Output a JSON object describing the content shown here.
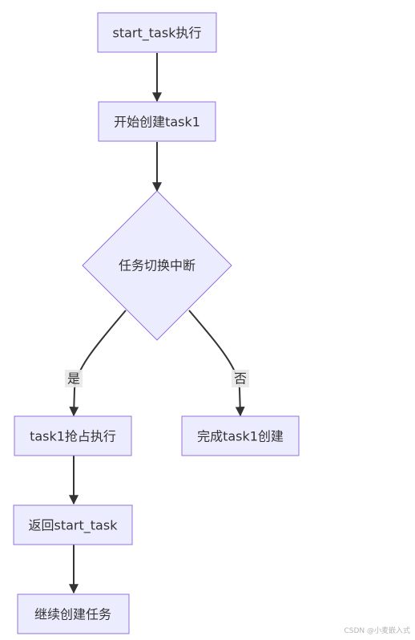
{
  "nodes": {
    "start": "start_task执行",
    "create": "开始创建task1",
    "decision": "任务切换中断",
    "preempt": "task1抢占执行",
    "complete": "完成task1创建",
    "return": "返回start_task",
    "continue": "继续创建任务"
  },
  "edges": {
    "yes_label": "是",
    "no_label": "否"
  },
  "watermark": "CSDN @小麦嵌入式",
  "colors": {
    "node_fill": "#ececff",
    "node_stroke": "#9370db",
    "edge": "#333333",
    "text": "#333333"
  }
}
